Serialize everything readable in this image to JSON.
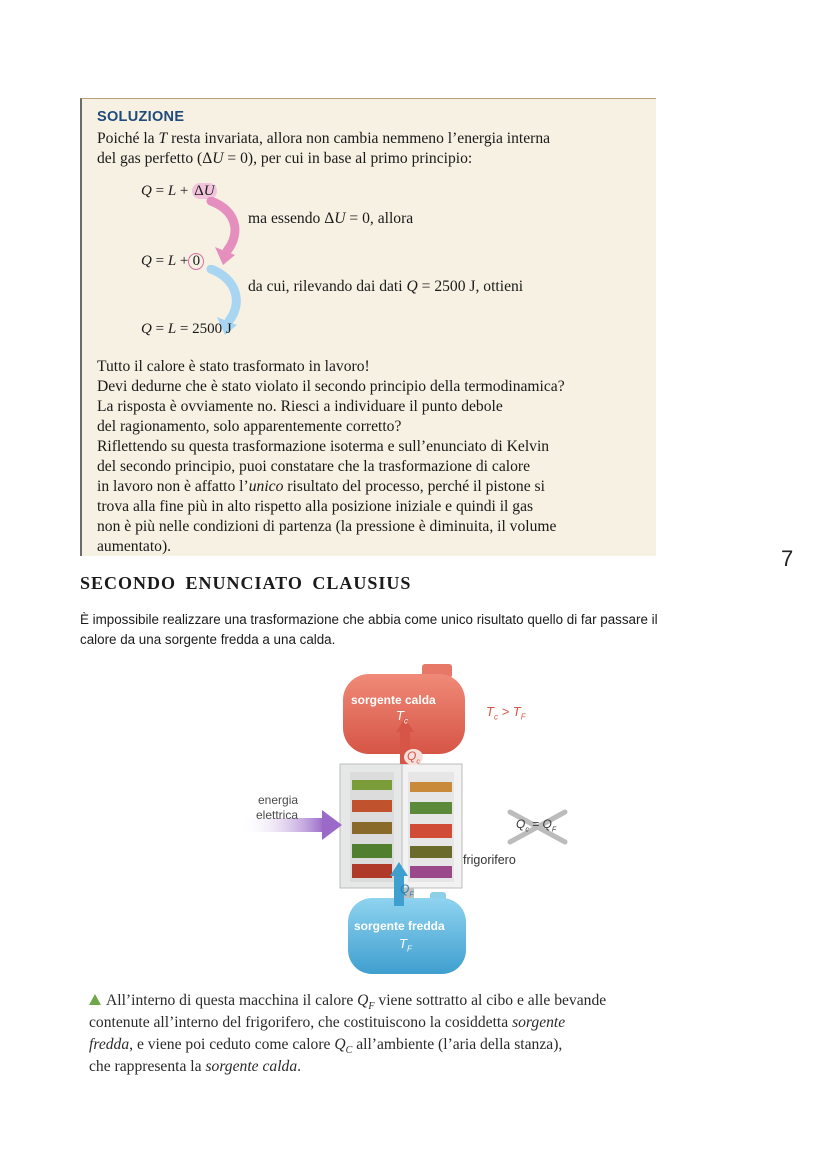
{
  "solution": {
    "heading": "SOLUZIONE",
    "intro": [
      "Poiché la T resta invariata, allora non cambia nemmeno l’energia interna",
      "del gas perfetto (ΔU = 0), per cui in base al primo principio:"
    ],
    "eq1": "Q = L + ΔU",
    "note1": "ma essendo ΔU = 0, allora",
    "eq2": "Q = L + 0",
    "note2": "da cui, rilevando dai dati Q = 2500 J, ottieni",
    "eq3": "Q = L = 2500 J",
    "paragraph": [
      "Tutto il calore è stato trasformato in lavoro!",
      "Devi dedurne che è stato violato il secondo principio della termodinamica?",
      "La risposta è ovviamente no. Riesci a individuare il punto debole",
      "del ragionamento, solo apparentemente corretto?",
      "Riflettendo su questa trasformazione isoterma e sull’enunciato di Kelvin",
      "del secondo principio, puoi constatare che la trasformazione di calore",
      "in lavoro non è affatto l’unico risultato del processo, perché il pistone si",
      "trova alla fine più in alto rispetto alla posizione iniziale e quindi il gas",
      "non è più nelle condizioni di partenza (la pressione è diminuita, il volume",
      "aumentato)."
    ]
  },
  "page_number": "7",
  "section": {
    "title": "SECONDO  ENUNCIATO  CLAUSIUS",
    "statement": [
      "È impossibile realizzare una trasformazione che abbia come unico risultato quello di far passare il",
      "calore da una sorgente fredda a una calda."
    ]
  },
  "figure": {
    "hot_source": "sorgente calda",
    "hot_temp": "Tc",
    "condition": "Tc > TF",
    "heat_out": "Qc",
    "input_label_1": "energia",
    "input_label_2": "elettrica",
    "crossed_equation": "Qc = QF",
    "fridge": "frigorifero",
    "heat_in": "QF",
    "cold_source": "sorgente fredda",
    "cold_temp": "TF"
  },
  "caption": [
    "All’interno di questa macchina il calore QF viene sottratto al cibo e alle bevande",
    "contenute all’interno del frigorifero, che costituiscono la cosiddetta sorgente",
    "fredda, e viene poi ceduto come calore QC all’ambiente (l’aria della stanza),",
    "che rappresenta la sorgente calda."
  ],
  "colors": {
    "heading_blue": "#1f4a7a",
    "box_bg": "#f7f1e3",
    "hot": "#e46a5a",
    "cold": "#5bb8e0",
    "arrow_pink": "#e58fbf",
    "arrow_blue": "#a8d6f2",
    "energy_arrow": "#9b6ac8"
  }
}
